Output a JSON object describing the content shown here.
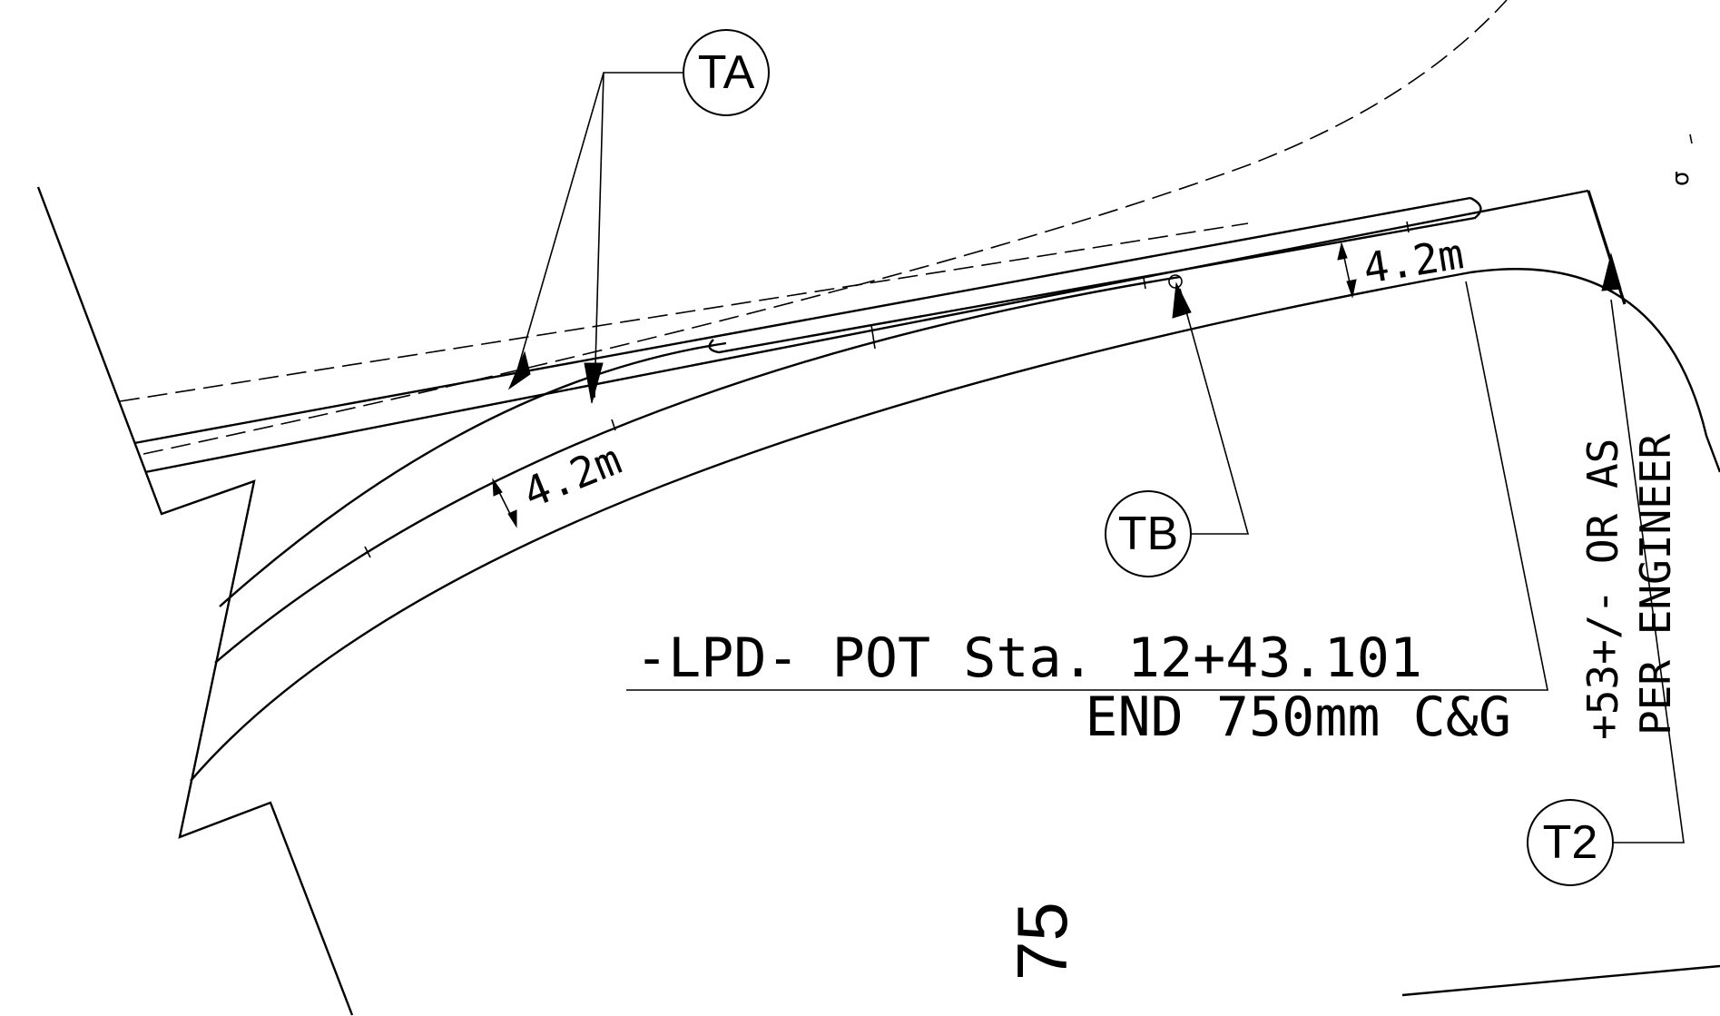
{
  "callouts": {
    "ta": "TA",
    "tb": "TB",
    "t2": "T2"
  },
  "dimensions": {
    "upper_right": "4.2m",
    "left_curve": "4.2m"
  },
  "station": {
    "line1": "-LPD- POT Sta. 12+43.101",
    "line2": "END 750mm C&G"
  },
  "side_note": {
    "line1": "+53+/- OR AS",
    "line2": "PER ENGINEER"
  },
  "lot_number": "75",
  "corner_mark": "σ"
}
